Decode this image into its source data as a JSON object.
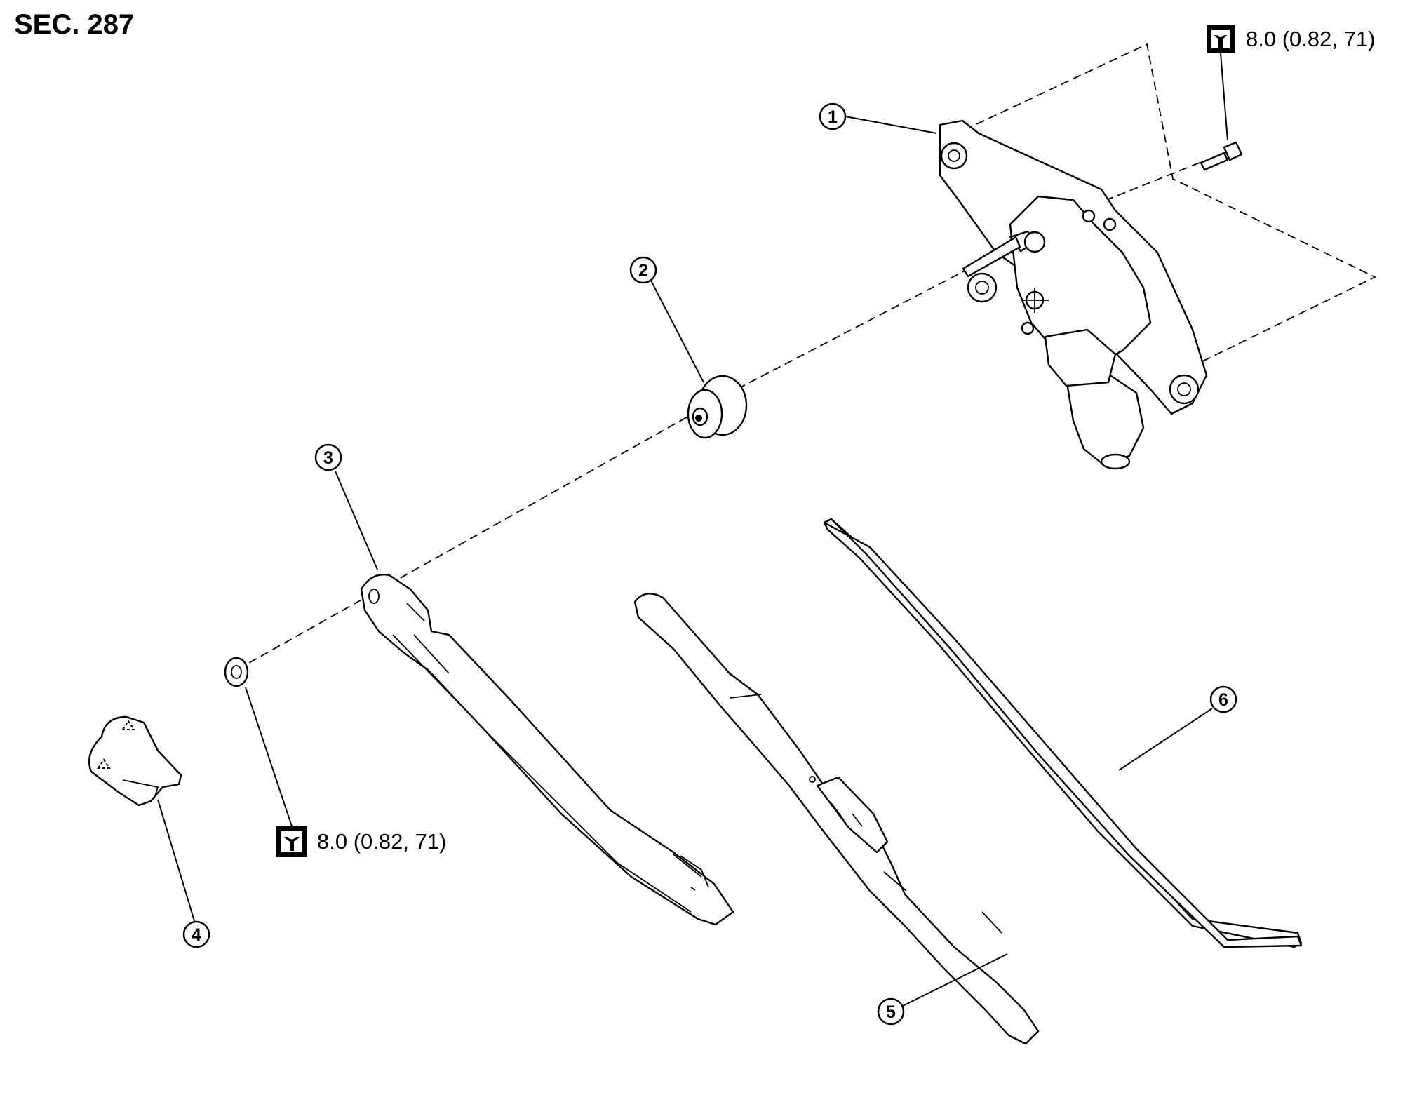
{
  "section": "SEC. 287",
  "torque_specs": [
    {
      "id": "torque-motor-bolt",
      "value": "8.0 (0.82, 71)",
      "icon": "torque-wrench-icon"
    },
    {
      "id": "torque-arm-nut",
      "value": "8.0 (0.82, 71)",
      "icon": "torque-wrench-icon"
    }
  ],
  "callouts": [
    {
      "id": 1,
      "label": "1"
    },
    {
      "id": 2,
      "label": "2"
    },
    {
      "id": 3,
      "label": "3"
    },
    {
      "id": 4,
      "label": "4"
    },
    {
      "id": 5,
      "label": "5"
    },
    {
      "id": 6,
      "label": "6"
    }
  ]
}
